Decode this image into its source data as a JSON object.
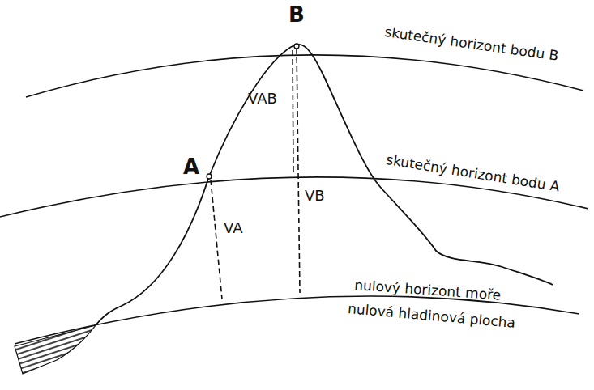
{
  "diagram": {
    "labels": [
      "B",
      "A",
      "VAB",
      "VB",
      "VA",
      "skutečný horizont bodu B",
      "skutečný horizont bodu A",
      "nulový horizont moře",
      "nulová hladinová plocha"
    ]
  }
}
